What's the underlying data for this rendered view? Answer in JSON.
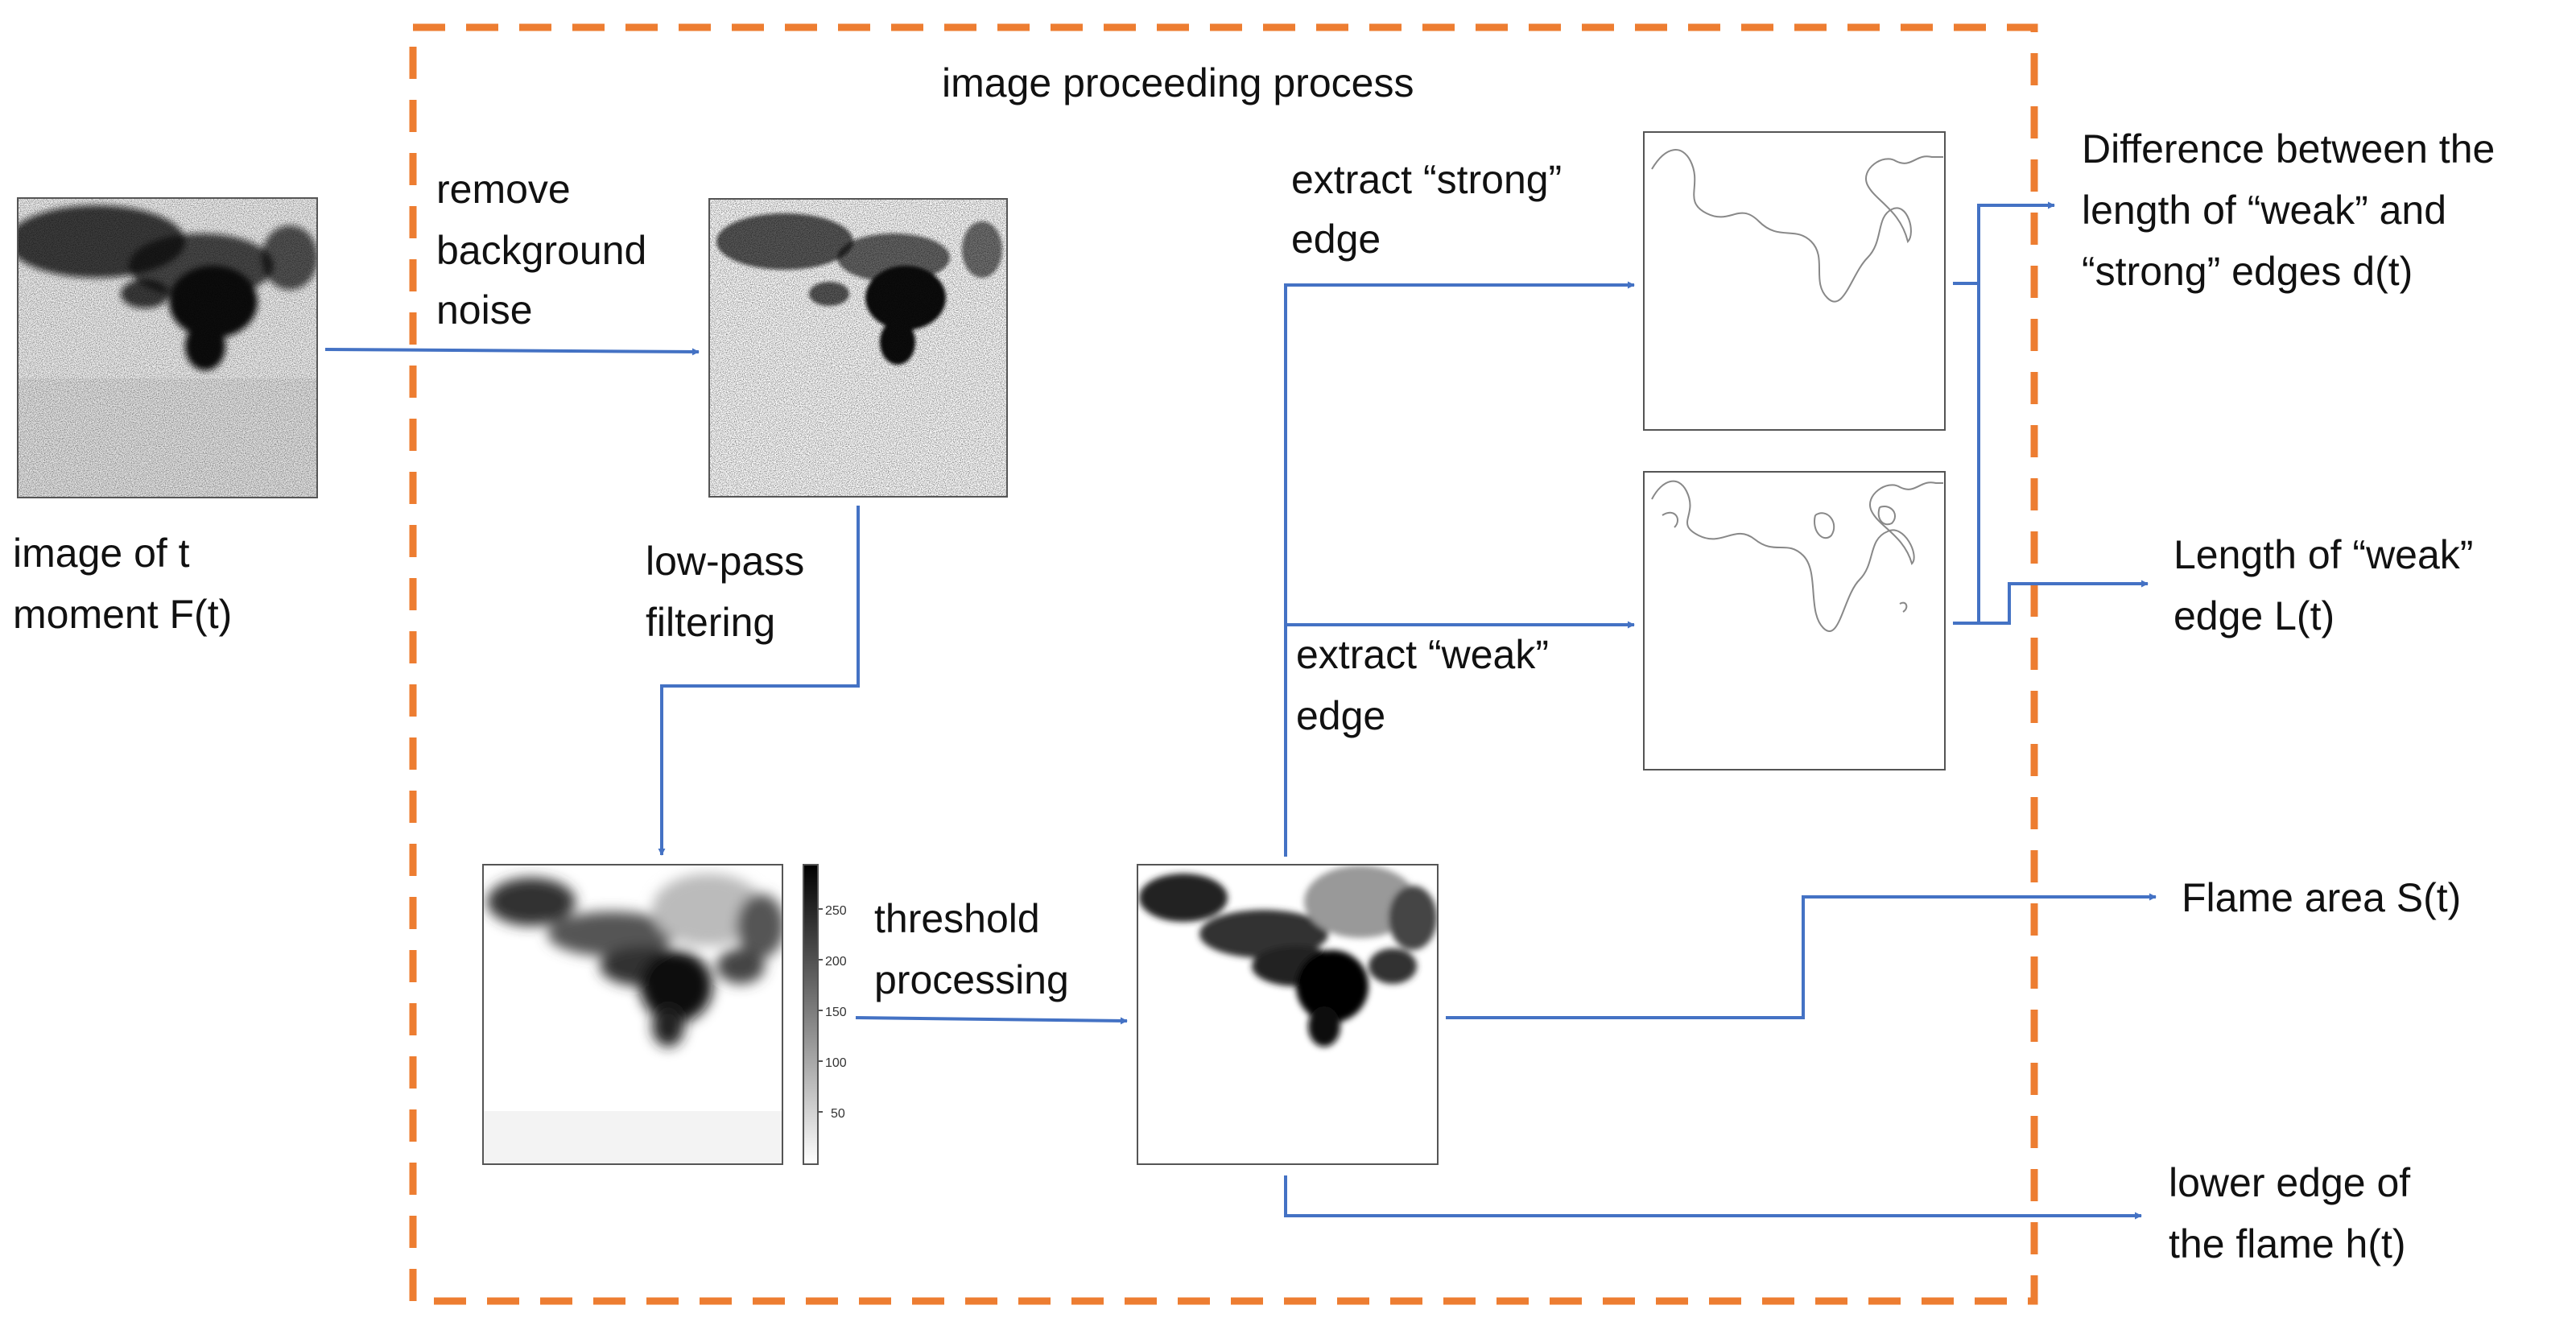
{
  "process_title": "image proceeding process",
  "labels": {
    "input_image": [
      "image of t",
      "moment F(t)"
    ],
    "remove_noise": [
      "remove",
      "background",
      "noise"
    ],
    "low_pass": [
      "low-pass",
      "filtering"
    ],
    "threshold": [
      "threshold",
      "processing"
    ],
    "extract_strong": [
      "extract “strong”",
      "edge"
    ],
    "extract_weak": [
      "extract “weak”",
      "edge"
    ],
    "output_difference": [
      "Difference between the",
      "length of “weak” and",
      "“strong” edges d(t)"
    ],
    "output_length": [
      "Length of “weak”",
      "edge L(t)"
    ],
    "output_area": "Flame area S(t)",
    "output_lower_edge": [
      "lower edge of",
      "the flame h(t)"
    ]
  },
  "colorbar_ticks": [
    "250",
    "200",
    "150",
    "100",
    "50"
  ],
  "colors": {
    "frame": "#ED7D31",
    "arrow": "#4472C4",
    "text": "#111111"
  }
}
